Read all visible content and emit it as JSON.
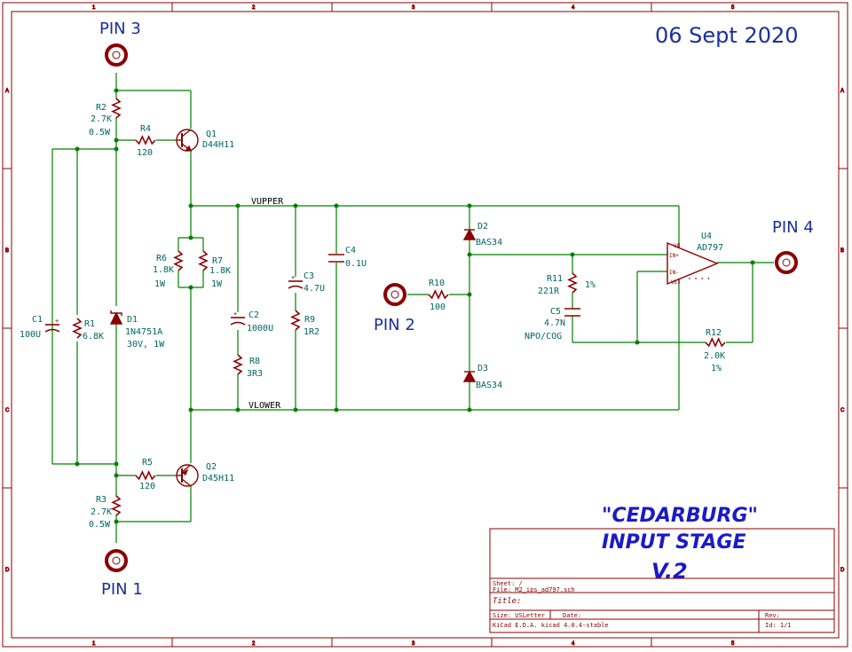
{
  "date": "06 Sept 2020",
  "title_lines": [
    "\"CEDARBURG\"",
    "INPUT STAGE",
    "V.2"
  ],
  "border": {
    "columns": [
      "1",
      "2",
      "3",
      "4",
      "5"
    ],
    "rows": [
      "A",
      "B",
      "C",
      "D"
    ]
  },
  "pins": {
    "pin1": "PIN 1",
    "pin2": "PIN 2",
    "pin3": "PIN 3",
    "pin4": "PIN 4"
  },
  "nets": {
    "upper": "VUPPER",
    "lower": "VLOWER"
  },
  "components": {
    "R1": {
      "ref": "R1",
      "value": "6.8K"
    },
    "R2": {
      "ref": "R2",
      "value": "2.7K",
      "rating": "0.5W"
    },
    "R3": {
      "ref": "R3",
      "value": "2.7K",
      "rating": "0.5W"
    },
    "R4": {
      "ref": "R4",
      "value": "120"
    },
    "R5": {
      "ref": "R5",
      "value": "120"
    },
    "R6": {
      "ref": "R6",
      "value": "1.8K",
      "rating": "1W"
    },
    "R7": {
      "ref": "R7",
      "value": "1.8K",
      "rating": "1W"
    },
    "R8": {
      "ref": "R8",
      "value": "3R3"
    },
    "R9": {
      "ref": "R9",
      "value": "1R2"
    },
    "R10": {
      "ref": "R10",
      "value": "100"
    },
    "R11": {
      "ref": "R11",
      "value": "221R",
      "tol": "1%"
    },
    "R12": {
      "ref": "R12",
      "value": "2.0K",
      "tol": "1%"
    },
    "C1": {
      "ref": "C1",
      "value": "100U"
    },
    "C2": {
      "ref": "C2",
      "value": "1000U"
    },
    "C3": {
      "ref": "C3",
      "value": "4.7U"
    },
    "C4": {
      "ref": "C4",
      "value": "0.1U"
    },
    "C5": {
      "ref": "C5",
      "value": "4.7N",
      "note": "NPO/COG"
    },
    "D1": {
      "ref": "D1",
      "value": "1N4751A",
      "rating": "30V, 1W"
    },
    "D2": {
      "ref": "D2",
      "value": "BAS34"
    },
    "D3": {
      "ref": "D3",
      "value": "BAS34"
    },
    "Q1": {
      "ref": "Q1",
      "value": "D44H11"
    },
    "Q2": {
      "ref": "Q2",
      "value": "D45H11"
    },
    "U4": {
      "ref": "U4",
      "value": "AD797"
    }
  },
  "title_block": {
    "sheet": "Sheet: /",
    "file": "File: M2_ips_ad797.sch",
    "title": "Title:",
    "size": "Size: USLetter",
    "date_label": "Date:",
    "rev": "Rev:",
    "tool": "KiCad E.D.A.  kicad 4.0.4-stable",
    "id": "Id: 1/1"
  },
  "colors": {
    "wire": "#008000",
    "component": "#8b0000",
    "label": "#006464",
    "pin_label": "#1a2f9e",
    "title": "#1a1ac8"
  }
}
